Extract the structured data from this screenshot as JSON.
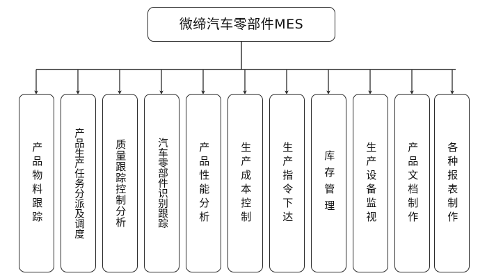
{
  "diagram": {
    "type": "org-chart",
    "orientation": "top-down",
    "background_color": "#ffffff",
    "line_color": "#2b2b2b",
    "box_fill_color": "#ffffff",
    "text_color": "#111111",
    "root": {
      "label": "微缔汽车零部件MES"
    },
    "children": [
      {
        "label": "产品物料跟踪"
      },
      {
        "label": "产品生产任务分派及调度"
      },
      {
        "label": "质量跟踪控制分析"
      },
      {
        "label": "汽车零部件识别跟踪"
      },
      {
        "label": "产品性能分析"
      },
      {
        "label": "生产成本控制"
      },
      {
        "label": "生产指令下达"
      },
      {
        "label": "库存管理"
      },
      {
        "label": "生产设备监视"
      },
      {
        "label": "产品文档制作"
      },
      {
        "label": "各种报表制作"
      }
    ]
  }
}
